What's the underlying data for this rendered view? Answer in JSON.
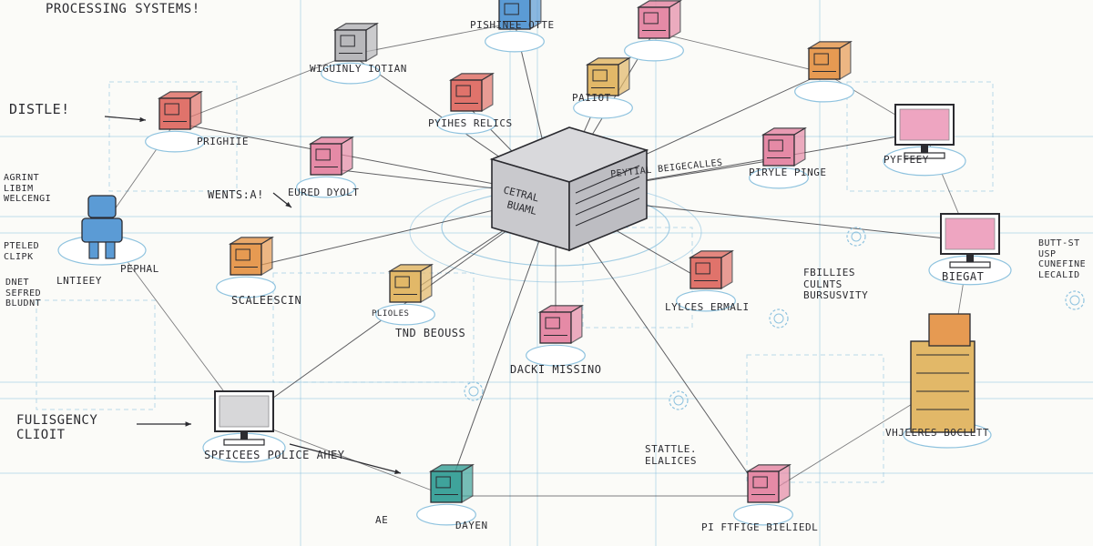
{
  "colors": {
    "ink": "#2b2b30",
    "blueprint": "#8fc3df",
    "red": "#e0736b",
    "pink": "#e58aa6",
    "orange": "#e69a52",
    "yellow": "#e2b868",
    "teal": "#3fa39b",
    "blue": "#5b9bd5",
    "gray": "#b8b8bb",
    "screen": "#e15d8f"
  },
  "labels": {
    "top_left": "PROCESSING SYSTEMS!",
    "distle": "DISTLE!",
    "left_cluster": "AGRINT\nLIBIM\nWELCENGI",
    "left_note": "PTELED\nCLIPK",
    "left_note2": "DNET\nSEFRED\nBLUDNT",
    "wents": "WENTS:A!",
    "fulisgency": "FULISGENCY\nCLIOIT",
    "n_top_gray": "PISHINEE   OTTE",
    "n_top_pink": "",
    "n_wireinet": "WIGUINLY    IOTIAN",
    "n_red_upper": "PYIHES    RELICS",
    "n_yellow_top": "PAIIOT",
    "n_orange_right": "",
    "n_left_red": "PRIGHIIE",
    "n_small_pink": "EURED    DYOLT",
    "n_orange_left": "SCALEESCIN",
    "n_robot": "LNTIEEY",
    "n_robot2": "PEPHAL",
    "n_yellow_mid": "TND BEOUSS",
    "n_yellow_mid2": "PLIOLES",
    "n_center_label": "CETRAL\nBUAML",
    "n_center_side": "PEYTIAL\nBEIGECALLES",
    "n_pink_mid": "PIRYLE  PINGE",
    "n_monitor_right_top": "PYFFEEY",
    "n_monitor_right_mid": "BIEGAT",
    "n_right_note": "BUTT-ST\nUSP\nCUNEFINE\nLECALID",
    "n_mid_note": "FBILLIES\nCULNTS\nBURSUSVITY",
    "n_red_mid_right": "LYLCES    ERMALI",
    "n_bottom_pink": "DACKI    MISSINO",
    "n_vhjeeres": "VHJEERES   BOCLLTT",
    "n_stattle": "STATTLE.\nELALICES",
    "n_bottom_right": "PI  FTFIGE    BIELIEDL",
    "n_bottom_teal": "AE",
    "n_spices": "SPFICEES    POLICE AHEY",
    "n_dayen": "DAYEN"
  }
}
